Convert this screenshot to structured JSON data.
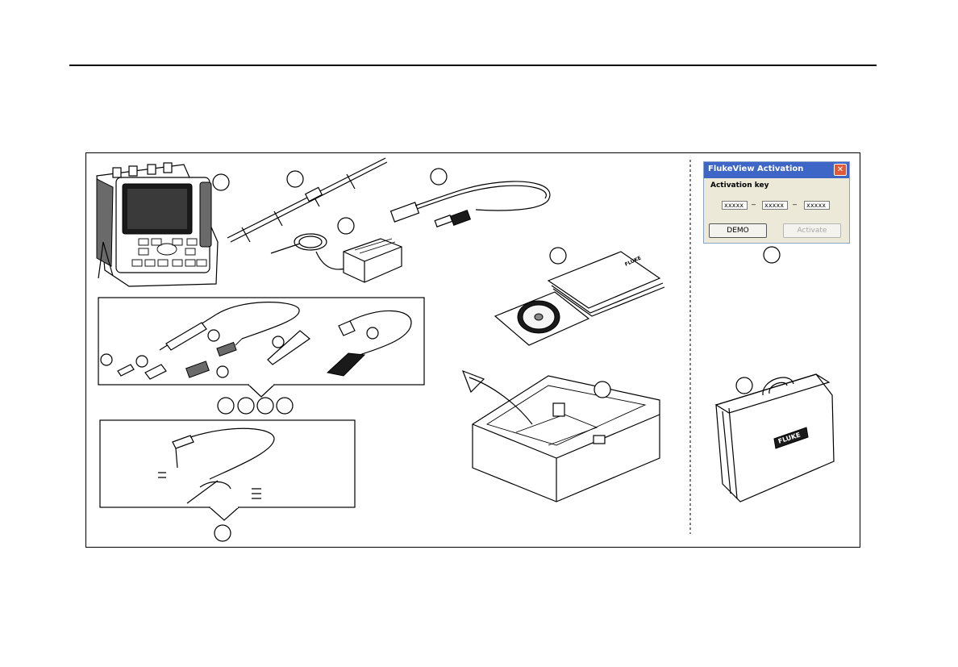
{
  "dialog": {
    "title": "FlukeView Activation",
    "close_glyph": "✕",
    "key_label": "Activation key",
    "key_fields": [
      "xxxxx",
      "xxxxx",
      "xxxxx"
    ],
    "separator": "–",
    "demo_label": "DEMO",
    "activate_label": "Activate"
  },
  "illustration": {
    "brand_text": "FLUKE",
    "accent_color": "#3e66c6"
  }
}
